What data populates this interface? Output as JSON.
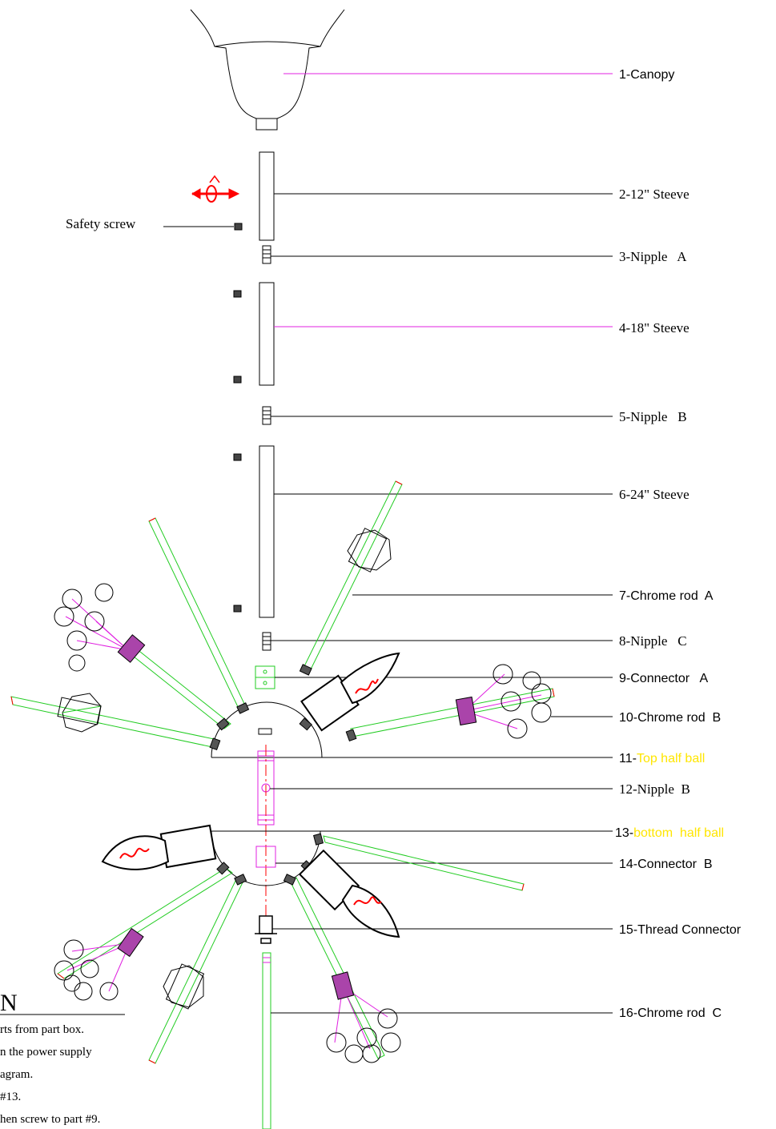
{
  "parts": {
    "p1": {
      "num": "1-",
      "name": "Canopy"
    },
    "p2": {
      "num": "2-",
      "name": "12\" Steeve"
    },
    "p3": {
      "num": "3-",
      "name": "Nipple   A"
    },
    "p4": {
      "num": "4-",
      "name": "18\" Steeve"
    },
    "p5": {
      "num": "5-",
      "name": "Nipple   B"
    },
    "p6": {
      "num": "6-",
      "name": "24\" Steeve"
    },
    "p7": {
      "num": "7-",
      "name": "Chrome rod  A"
    },
    "p8": {
      "num": "8-",
      "name": "Nipple   C"
    },
    "p9": {
      "num": "9-",
      "name": "Connector   A"
    },
    "p10": {
      "num": "10-",
      "name": "Chrome rod  B"
    },
    "p11": {
      "num": "11-",
      "name": "Top half ball"
    },
    "p12": {
      "num": "12-",
      "name": "Nipple  B"
    },
    "p13": {
      "num": "13-",
      "name": "bottom  half ball"
    },
    "p14": {
      "num": "14-",
      "name": "Connector  B"
    },
    "p15": {
      "num": "15-",
      "name": "Thread Connector"
    },
    "p16": {
      "num": "16-",
      "name": "Chrome rod  C"
    }
  },
  "safety_screw": "Safety screw",
  "notes": {
    "heading": "N",
    "lines": [
      "rts from part box.",
      "n the power supply",
      "agram.",
      "#13.",
      "hen screw to part #9."
    ]
  },
  "colors": {
    "leader": "#000000",
    "magenta": "#e020e0",
    "green": "#22cc22",
    "red": "#ff0000",
    "yellow": "#ffe600"
  }
}
